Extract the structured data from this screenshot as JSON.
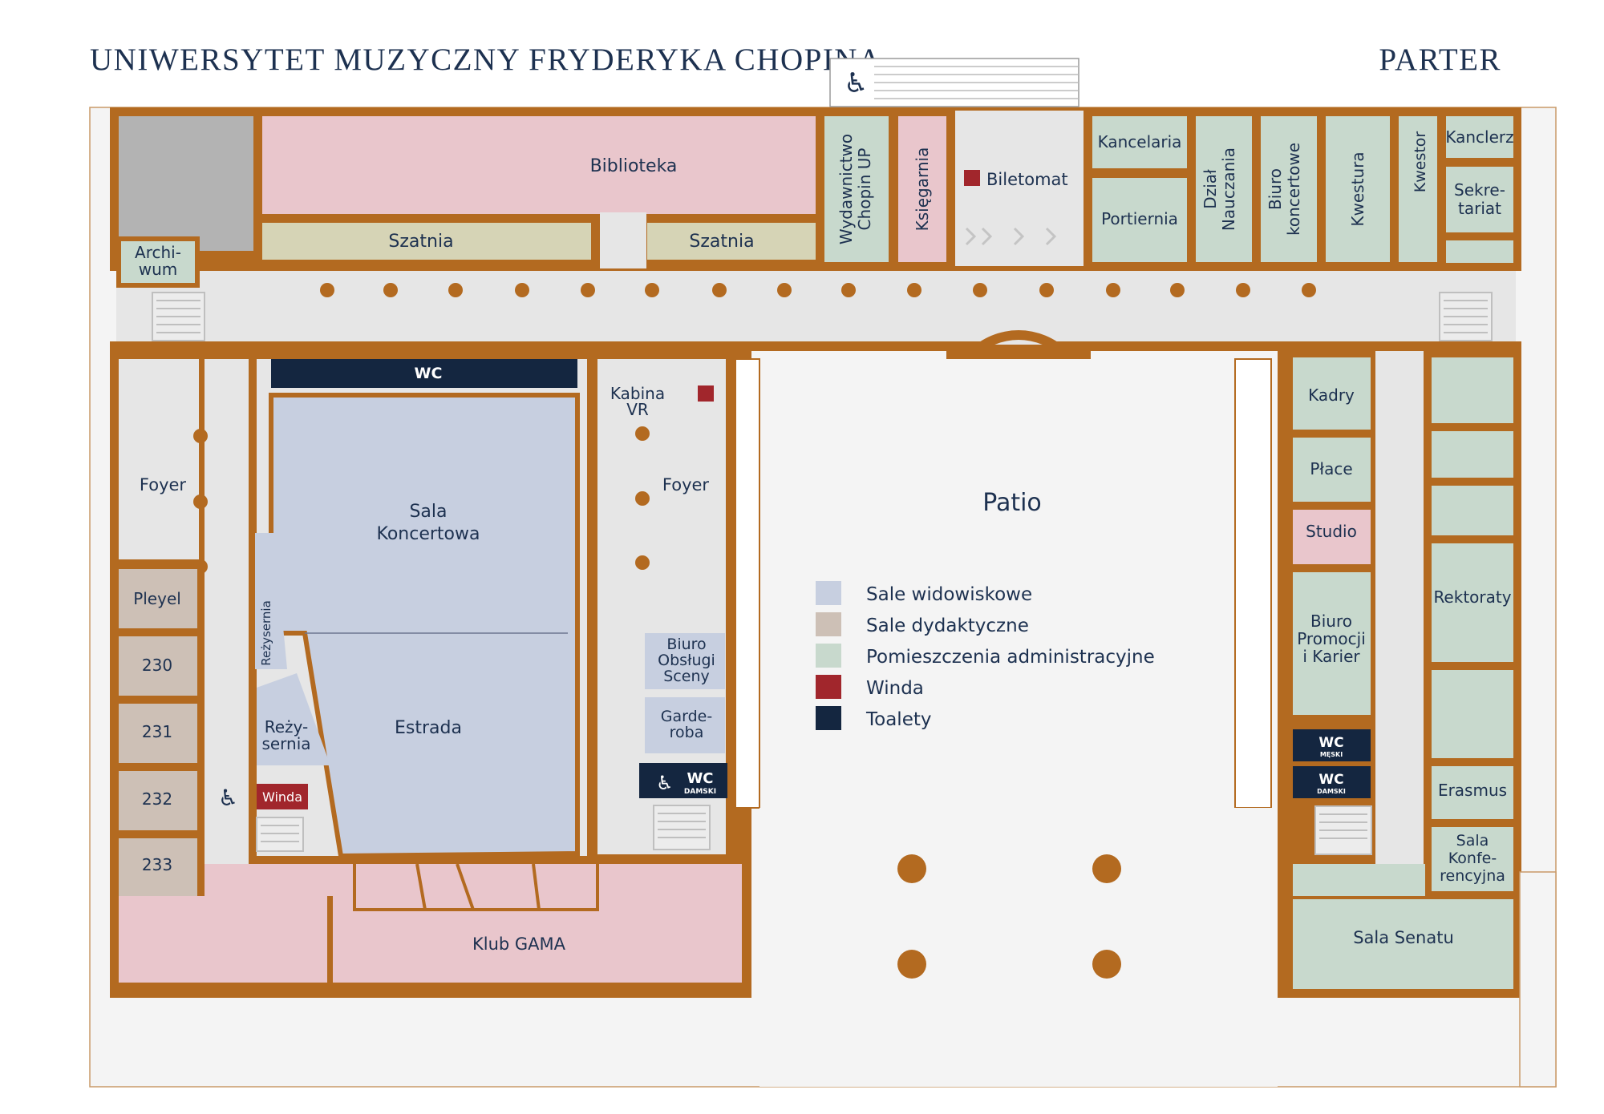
{
  "header": {
    "title": "UNIWERSYTET MUZYCZNY FRYDERYKA CHOPINA",
    "floor": "PARTER"
  },
  "colors": {
    "wall": "#b36a20",
    "corridor": "#e6e6e6",
    "outside": "#f4f4f4",
    "performance": "#c7cfe0",
    "teaching": "#cdc0b6",
    "administration": "#c8d9cd",
    "elevator": "#a1262c",
    "toilets": "#142640",
    "pink": "#e9c6cc",
    "cloakroom": "#d6d4b6",
    "archive_gray": "#b3b3b3",
    "text": "#1d3150"
  },
  "rooms": {
    "biblioteka": "Biblioteka",
    "szatnia_1": "Szatnia",
    "szatnia_2": "Szatnia",
    "archiwum_1": "Archi-",
    "archiwum_2": "wum",
    "wydawnictwo_1": "Wydawnictwo",
    "wydawnictwo_2": "Chopin UP",
    "ksiegarnia": "Księgarnia",
    "biletomat": "Biletomat",
    "kancelaria": "Kancelaria",
    "portiernia": "Portiernia",
    "dzial_1": "Dział",
    "dzial_2": "Nauczania",
    "biuro_k_1": "Biuro",
    "biuro_k_2": "koncertowe",
    "kwestura": "Kwestura",
    "kwestor": "Kwestor",
    "kanclerz": "Kanclerz",
    "sekretariat_1": "Sekre-",
    "sekretariat_2": "tariat",
    "foyer_left": "Foyer",
    "foyer_right": "Foyer",
    "wc_main": "WC",
    "sala_1": "Sala",
    "sala_2": "Koncertowa",
    "estrada": "Estrada",
    "rezyserni_v": "Reżysernia",
    "rezyserni_1": "Reży-",
    "rezyserni_2": "sernia",
    "winda_small": "Winda",
    "kabina_1": "Kabina",
    "kabina_2": "VR",
    "biuro_os_1": "Biuro",
    "biuro_os_2": "Obsługi",
    "biuro_os_3": "Sceny",
    "garderoba_1": "Garde-",
    "garderoba_2": "roba",
    "wc_damski_left": "WC",
    "damski_left": "DAMSKI",
    "pleyel": "Pleyel",
    "r230": "230",
    "r231": "231",
    "r232": "232",
    "r233": "233",
    "klub_gama": "Klub GAMA",
    "patio": "Patio",
    "kadry": "Kadry",
    "place": "Płace",
    "studio": "Studio",
    "biuro_pk_1": "Biuro",
    "biuro_pk_2": "Promocji",
    "biuro_pk_3": "i Karier",
    "wc_meski": "WC",
    "meski": "MĘSKI",
    "wc_damski_right": "WC",
    "damski_right": "DAMSKI",
    "rektoraty": "Rektoraty",
    "erasmus": "Erasmus",
    "sala_konf_1": "Sala",
    "sala_konf_2": "Konfe-",
    "sala_konf_3": "rencyjna",
    "sala_senatu": "Sala Senatu"
  },
  "legend": [
    {
      "label": "Sale widowiskowe",
      "color": "#c7cfe0"
    },
    {
      "label": "Sale dydaktyczne",
      "color": "#cdc0b6"
    },
    {
      "label": "Pomieszczenia administracyjne",
      "color": "#c8d9cd"
    },
    {
      "label": "Winda",
      "color": "#a1262c"
    },
    {
      "label": "Toalety",
      "color": "#142640"
    }
  ],
  "icons": {
    "accessible": "wheelchair-icon"
  }
}
